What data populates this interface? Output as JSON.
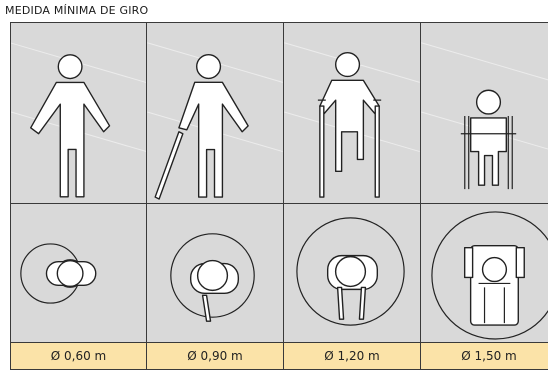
{
  "title": "MEDIDA MÍNIMA DE GIRO",
  "columns": [
    {
      "label": "Ø 0,60 m",
      "figure": "person-standing"
    },
    {
      "label": "Ø 0,90 m",
      "figure": "person-with-cane"
    },
    {
      "label": "Ø 1,20 m",
      "figure": "person-with-crutches"
    },
    {
      "label": "Ø 1,50 m",
      "figure": "person-in-wheelchair"
    }
  ],
  "colors": {
    "panel": "#d9d9d9",
    "label_band": "#fbe3a8",
    "line": "#222222"
  }
}
